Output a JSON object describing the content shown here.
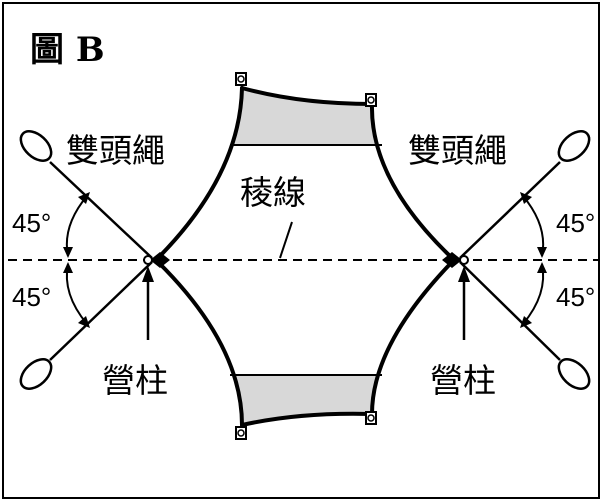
{
  "figure": {
    "title": "圖 B",
    "labels": {
      "double_rope_left": "雙頭繩",
      "double_rope_right": "雙頭繩",
      "ridge_line": "稜線",
      "tent_pole_left": "營柱",
      "tent_pole_right": "營柱",
      "angle_upper_left": "45°",
      "angle_lower_left": "45°",
      "angle_upper_right": "45°",
      "angle_lower_right": "45°"
    },
    "colors": {
      "line": "#000000",
      "shade": "#d8d8d8",
      "background": "#ffffff"
    }
  }
}
